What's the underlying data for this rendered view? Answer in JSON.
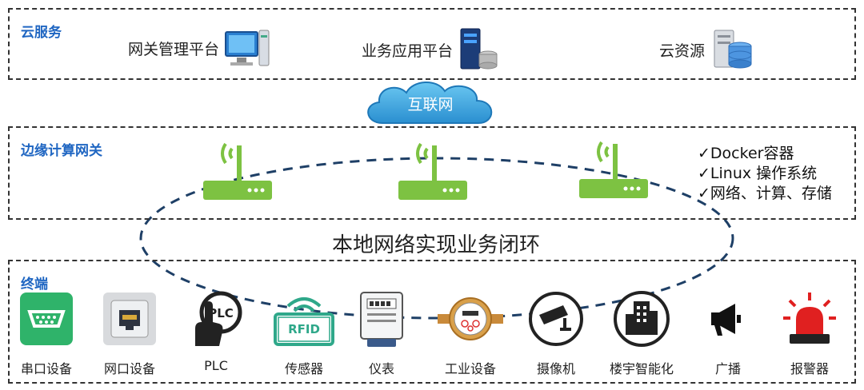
{
  "cloud": {
    "title": "云服务",
    "items": [
      {
        "label": "网关管理平台",
        "icon": "monitor-icon"
      },
      {
        "label": "业务应用平台",
        "icon": "server-icon"
      },
      {
        "label": "云资源",
        "icon": "database-icon"
      }
    ]
  },
  "internet": {
    "label": "互联网",
    "icon": "cloud-icon"
  },
  "edge": {
    "title": "边缘计算网关",
    "features": [
      "✓Docker容器",
      "✓Linux 操作系统",
      "✓网络、计算、存储"
    ]
  },
  "loop": {
    "label": "本地网络实现业务闭环"
  },
  "terminal": {
    "title": "终端",
    "devices": [
      {
        "label": "串口设备",
        "icon": "serial-port-icon"
      },
      {
        "label": "网口设备",
        "icon": "ethernet-port-icon"
      },
      {
        "label": "PLC",
        "icon": "plc-icon"
      },
      {
        "label": "传感器",
        "icon": "rfid-sensor-icon"
      },
      {
        "label": "仪表",
        "icon": "meter-icon"
      },
      {
        "label": "工业设备",
        "icon": "water-meter-icon"
      },
      {
        "label": "摄像机",
        "icon": "camera-icon"
      },
      {
        "label": "楼宇智能化",
        "icon": "building-icon"
      },
      {
        "label": "广播",
        "icon": "megaphone-icon"
      },
      {
        "label": "报警器",
        "icon": "alarm-icon"
      }
    ]
  },
  "colors": {
    "title": "#1f66c2",
    "router": "#7dc242",
    "cloud": "#3aa8e0"
  }
}
